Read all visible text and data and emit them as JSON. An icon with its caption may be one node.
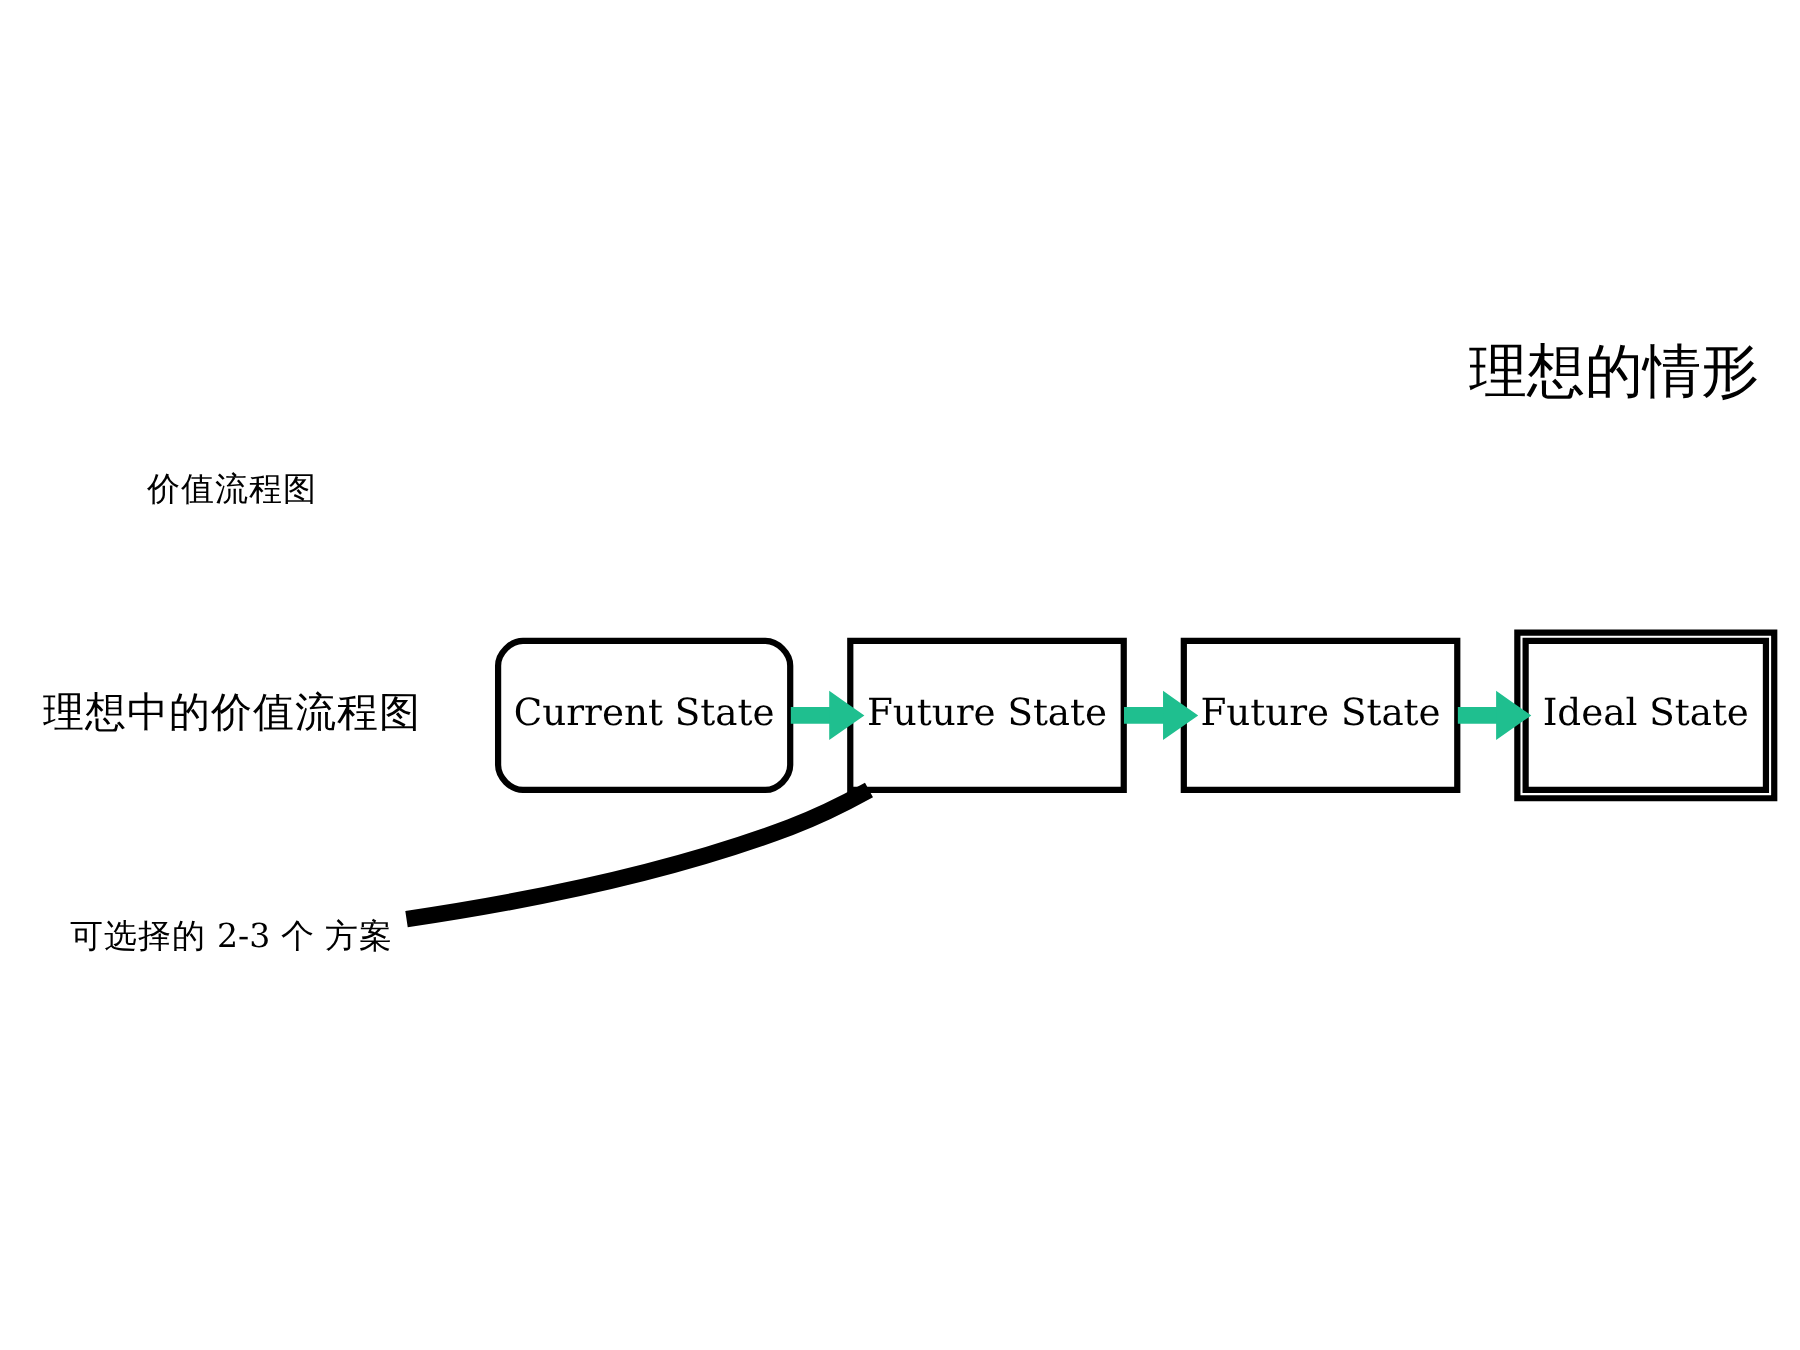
{
  "diagram": {
    "title": "理想的情形",
    "nodes": [
      {
        "text": [
          "Current State"
        ]
      },
      {
        "text": [
          "Future State"
        ]
      },
      {
        "text": [
          "Future State"
        ]
      },
      {
        "text": [
          "Ideal State"
        ]
      },
      {
        "text": [
          "可选择的 2-3 个 方案"
        ]
      }
    ],
    "edges": [
      {
        "from": 0,
        "to": 1,
        "arrow": "to"
      },
      {
        "from": 1,
        "to": 2,
        "arrow": "to"
      },
      {
        "from": 2,
        "to": 3,
        "arrow": "to"
      },
      {
        "from": 4,
        "to": 1,
        "arrow": "none",
        "color": "#000000"
      }
    ],
    "labels": [
      "价值流程图",
      "理想中的价值流程图"
    ]
  }
}
